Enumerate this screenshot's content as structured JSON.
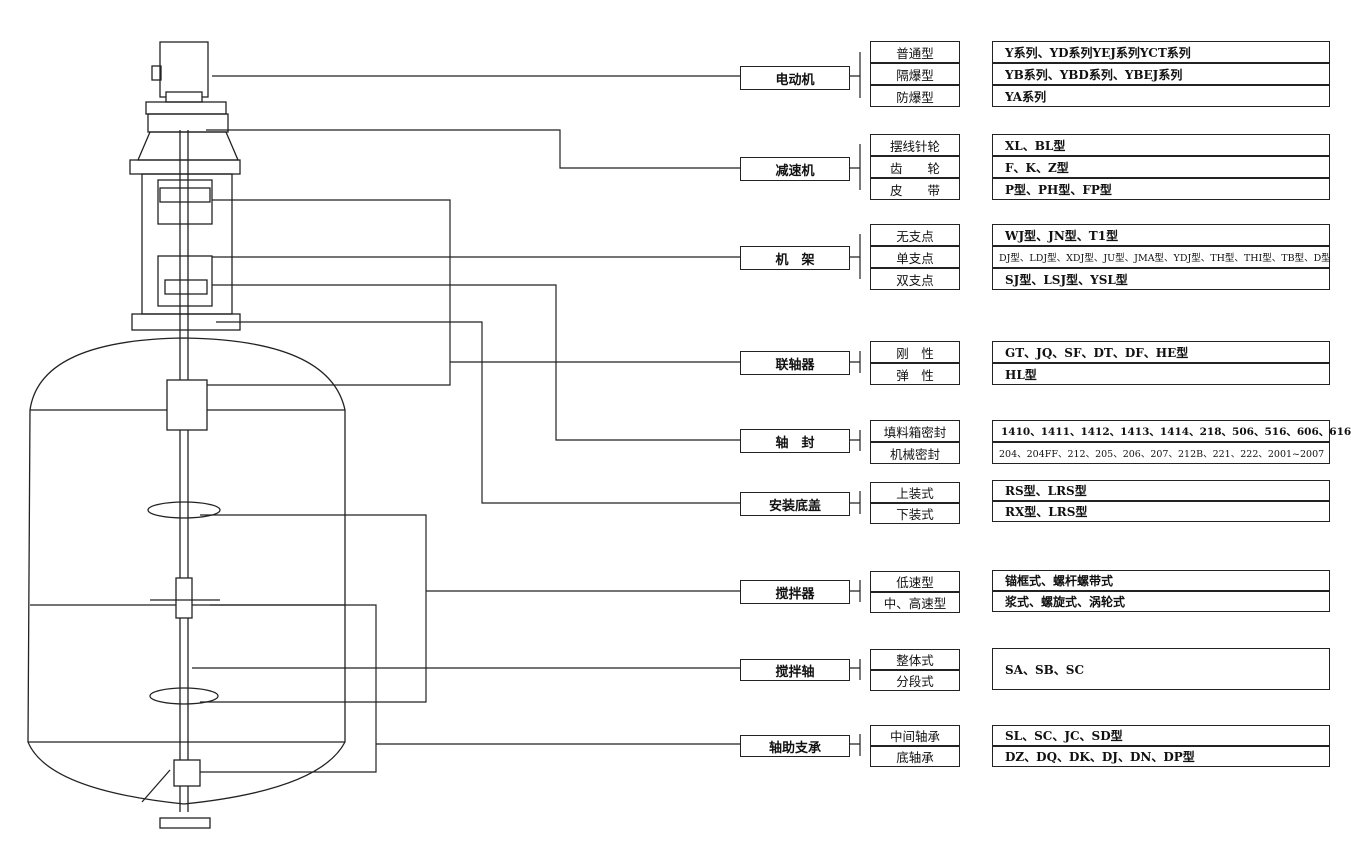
{
  "components": [
    {
      "name": "电动机",
      "options": [
        {
          "type": "普通型",
          "value": "Y系列、YD系列YEJ系列YCT系列"
        },
        {
          "type": "隔爆型",
          "value": "YB系列、YBD系列、YBEJ系列"
        },
        {
          "type": "防爆型",
          "value": "YA系列"
        }
      ]
    },
    {
      "name": "减速机",
      "options": [
        {
          "type": "摆线针轮",
          "value": "XL、BL型"
        },
        {
          "type": "齿　　轮",
          "value": "F、K、Z型"
        },
        {
          "type": "皮　　带",
          "value": "P型、PH型、FP型"
        }
      ]
    },
    {
      "name": "机　架",
      "options": [
        {
          "type": "无支点",
          "value": "WJ型、JN型、T1型"
        },
        {
          "type": "单支点",
          "value": "DJ型、LDJ型、XDJ型、JU型、JMA型、YDJ型、TH型、THI型、TB型、D型"
        },
        {
          "type": "双支点",
          "value": "SJ型、LSJ型、YSL型"
        }
      ]
    },
    {
      "name": "联轴器",
      "options": [
        {
          "type": "刚　性",
          "value": "GT、JQ、SF、DT、DF、HE型"
        },
        {
          "type": "弹　性",
          "value": "HL型"
        }
      ]
    },
    {
      "name": "轴　封",
      "options": [
        {
          "type": "填料箱密封",
          "value": "1410、1411、1412、1413、1414、218、506、516、606、616"
        },
        {
          "type": "机械密封",
          "value": "204、204FF、212、205、206、207、212B、221、222、2001~2007"
        }
      ]
    },
    {
      "name": "安装底盖",
      "options": [
        {
          "type": "上装式",
          "value": "RS型、LRS型"
        },
        {
          "type": "下装式",
          "value": "RX型、LRS型"
        }
      ]
    },
    {
      "name": "搅拌器",
      "options": [
        {
          "type": "低速型",
          "value": "锚框式、螺杆螺带式"
        },
        {
          "type": "中、高速型",
          "value": "浆式、螺旋式、涡轮式"
        }
      ]
    },
    {
      "name": "搅拌轴",
      "options": [
        {
          "type": "整体式"
        },
        {
          "type": "分段式"
        }
      ],
      "value": "SA、SB、SC"
    },
    {
      "name": "轴助支承",
      "options": [
        {
          "type": "中间轴承",
          "value": "SL、SC、JC、SD型"
        },
        {
          "type": "底轴承",
          "value": "DZ、DQ、DK、DJ、DN、DP型"
        }
      ]
    }
  ],
  "colors": {
    "line": "#222222",
    "background": "#ffffff"
  }
}
